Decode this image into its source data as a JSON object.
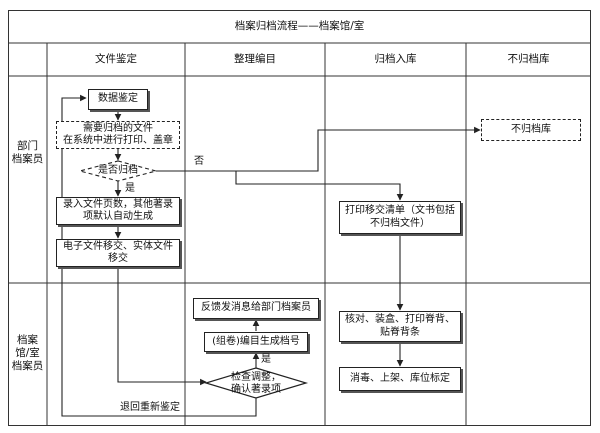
{
  "title": "档案归档流程——档案馆/室",
  "columns": [
    "文件鉴定",
    "整理编目",
    "归档入库",
    "不归档库"
  ],
  "rows": [
    {
      "line1": "部门",
      "line2": "档案员"
    },
    {
      "line1": "档案",
      "line2": "馆/室",
      "line3": "档案员"
    }
  ],
  "nodes": {
    "data_appraisal": "数据鉴定",
    "need_archive_1": "需要归档的文件",
    "need_archive_2": "在系统中进行打印、盖章",
    "is_archive": "是否归档",
    "record_pages_1": "录入文件页数，其他著录",
    "record_pages_2": "项默认自动生成",
    "transfer_1": "电子文件移交、实体文件",
    "transfer_2": "移交",
    "feedback": "反馈发消息给部门档案员",
    "catalog": "(组卷)编目生成档号",
    "check_1": "检查调整，",
    "check_2": "确认著录项",
    "print_list_1": "打印移交清单（文书包括",
    "print_list_2": "不归档文件）",
    "verify_1": "核对、装盒、打印脊背、",
    "verify_2": "贴脊背条",
    "disinfect": "消毒、上架、库位标定",
    "no_archive": "不归档库"
  },
  "edge_labels": {
    "no": "否",
    "yes1": "是",
    "yes2": "是",
    "return": "退回重新鉴定"
  }
}
